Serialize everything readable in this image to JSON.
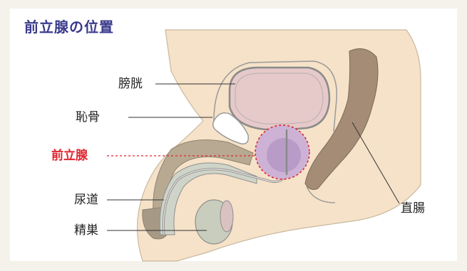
{
  "title": "前立腺の位置",
  "labels": {
    "bladder": "膀胱",
    "pubic_bone": "恥骨",
    "prostate": "前立腺",
    "urethra": "尿道",
    "testis": "精巣",
    "rectum": "直腸"
  },
  "colors": {
    "title": "#3a3a8c",
    "highlight": "#e0252f",
    "skin": "#f6e2c8",
    "bladder": "#e6c9c9",
    "organ_outline": "#8a8a8a",
    "prostate": "#cdb2d6",
    "rectum": "#a58c76",
    "penis": "#b8aa92"
  }
}
